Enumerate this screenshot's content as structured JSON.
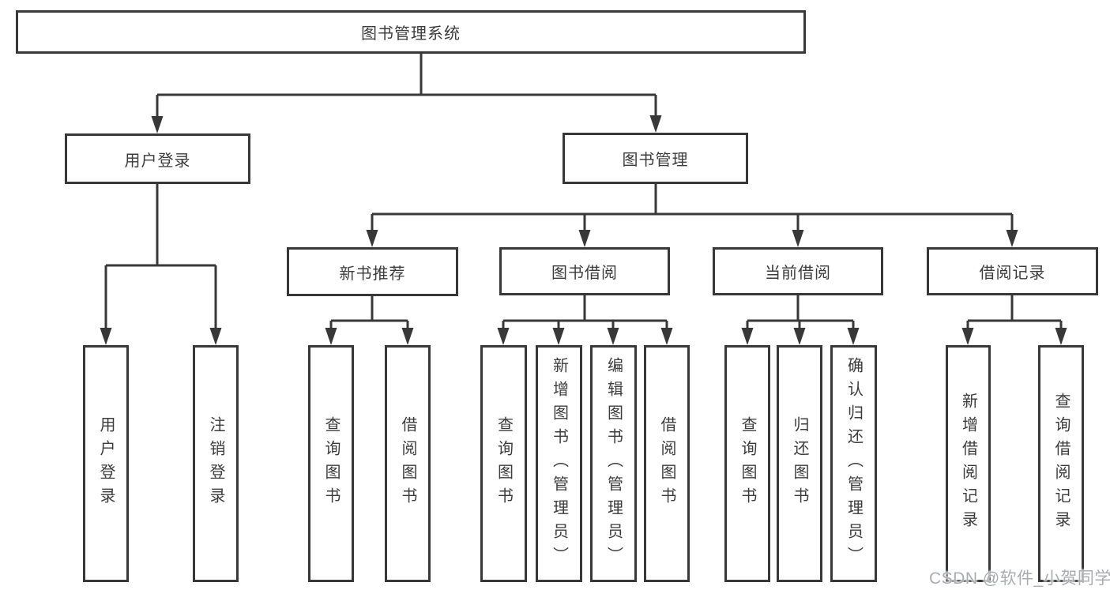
{
  "diagram_type": "functional-structure-chart",
  "colors": {
    "line": "#383838",
    "box_border": "#383838",
    "text": "#3c3c3c",
    "background": "#ffffff",
    "watermark": "#a9acb0"
  },
  "watermark": {
    "text": "CSDN @软件_小贺同学"
  },
  "tree": {
    "label": "图书管理系统",
    "children": [
      {
        "label": "用户登录",
        "children": [
          {
            "label": "用户登录"
          },
          {
            "label": "注销登录"
          }
        ]
      },
      {
        "label": "图书管理",
        "children": [
          {
            "label": "新书推荐",
            "children": [
              {
                "label": "查询图书"
              },
              {
                "label": "借阅图书"
              }
            ]
          },
          {
            "label": "图书借阅",
            "children": [
              {
                "label": "查询图书"
              },
              {
                "label": "新增图书（管理员）"
              },
              {
                "label": "编辑图书（管理员）"
              },
              {
                "label": "借阅图书"
              }
            ]
          },
          {
            "label": "当前借阅",
            "children": [
              {
                "label": "查询图书"
              },
              {
                "label": "归还图书"
              },
              {
                "label": "确认归还（管理员）"
              }
            ]
          },
          {
            "label": "借阅记录",
            "children": [
              {
                "label": "新增借阅记录"
              },
              {
                "label": "查询借阅记录"
              }
            ]
          }
        ]
      }
    ]
  }
}
